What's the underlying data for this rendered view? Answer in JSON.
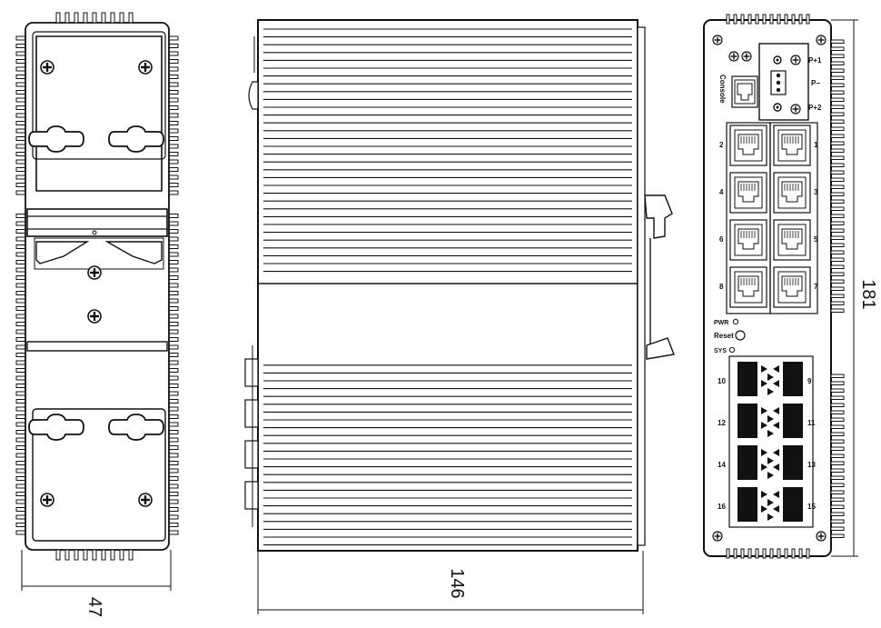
{
  "dimensions": {
    "width": "47",
    "depth": "146",
    "height": "181"
  },
  "front": {
    "console_label": "Console",
    "power_labels": [
      "P+1",
      "P−",
      "P+2"
    ],
    "rj45_left_labels": [
      "2",
      "4",
      "6",
      "8"
    ],
    "rj45_right_labels": [
      "1",
      "3",
      "5",
      "7"
    ],
    "led_pwr": "PWR",
    "reset_label": "Reset",
    "led_sys": "SYS",
    "sfp_left_labels": [
      "10",
      "12",
      "14",
      "16"
    ],
    "sfp_right_labels": [
      "9",
      "11",
      "13",
      "15"
    ]
  }
}
